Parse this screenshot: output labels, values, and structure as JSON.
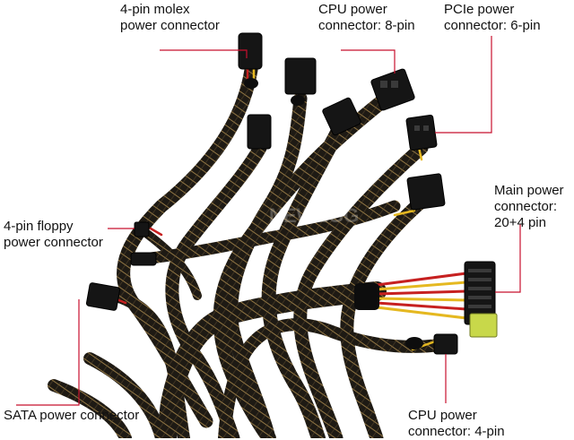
{
  "labels": {
    "molex": [
      "4-pin molex",
      "power connector"
    ],
    "cpu8": [
      "CPU power",
      "connector: 8-pin"
    ],
    "pcie": [
      "PCIe power",
      "connector: 6-pin"
    ],
    "main": [
      "Main power",
      "connector:",
      "20+4 pin"
    ],
    "floppy": [
      "4-pin floppy",
      "power connector"
    ],
    "sata": [
      "SATA power connector"
    ],
    "cpu4": [
      "CPU power",
      "connector: 4-pin"
    ]
  },
  "watermark": "NEWEGG",
  "colors": {
    "leader_line": "#c8102e",
    "sleeve": "#1e1a14",
    "sleeve_thread": "#c9a25a",
    "connector": "#151515",
    "wire_yellow": "#e5b820",
    "wire_red": "#c62020",
    "latch_green": "#c8d84a",
    "label_text": "#111111"
  }
}
